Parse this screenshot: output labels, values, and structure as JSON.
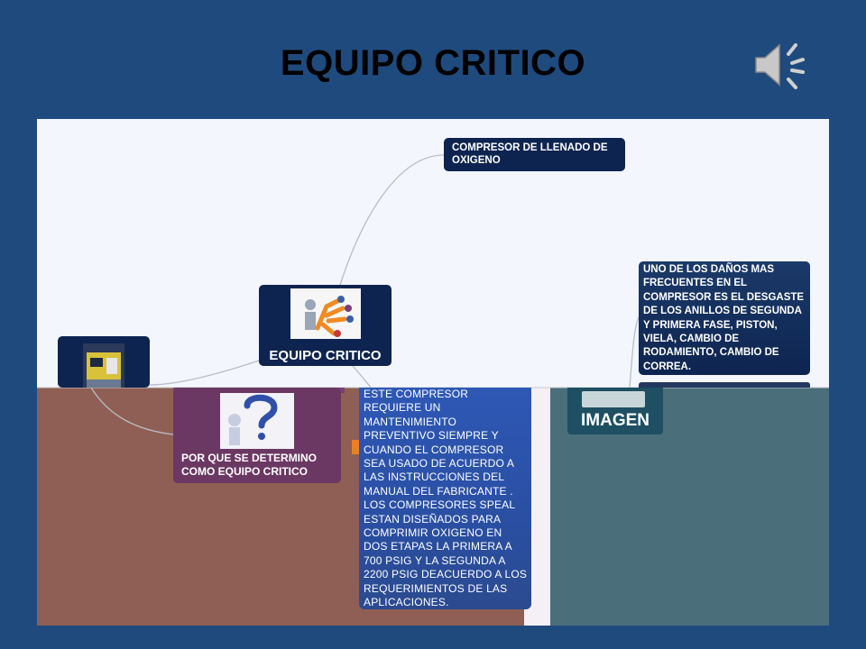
{
  "slide": {
    "title": "EQUIPO CRITICO"
  },
  "mindmap": {
    "nodes": {
      "compresor": "COMPRESOR DE LLENADO DE OXIGENO",
      "center": "EQUIPO CRITICO",
      "porque": "POR QUE SE DETERMINO COMO EQUIPO CRITICO",
      "damage": "UNO DE LOS DAÑOS MAS FRECUENTES EN EL COMPRESOR ES EL DESGASTE DE LOS ANILLOS DE SEGUNDA Y PRIMERA FASE, PISTON, VIELA, CAMBIO DE RODAMIENTO, CAMBIO DE CORREA.",
      "description": "ESTE COMPRESOR REQUIERE UN MANTENIMIENTO PREVENTIVO SIEMPRE Y CUANDO EL COMPRESOR SEA USADO DE ACUERDO A LAS INSTRUCCIONES DEL MANUAL DEL FABRICANTE . LOS COMPRESORES SPEAL ESTAN DISEÑADOS PARA COMPRIMIR OXIGENO EN DOS ETAPAS LA PRIMERA A 700 PSIG Y LA SEGUNDA A 2200 PSIG DEACUERDO A LOS REQUERIMIENTOS DE LAS APLICACIONES.",
      "imagen": "IMAGEN"
    }
  },
  "icons": {
    "speaker": "speaker-icon",
    "center_picture": "team-network-illustration",
    "left_picture": "compressor-photo",
    "porque_picture": "question-mark-figure",
    "imagen_picture": "compressor-image-thumbnail"
  },
  "colors": {
    "background": "#1f4a7d",
    "canvas": "#f3f6fd",
    "node_navy": "#0e2450",
    "node_purple": "#6b3863",
    "node_blue": "#2e58b5",
    "node_teal": "#1e4f63"
  }
}
